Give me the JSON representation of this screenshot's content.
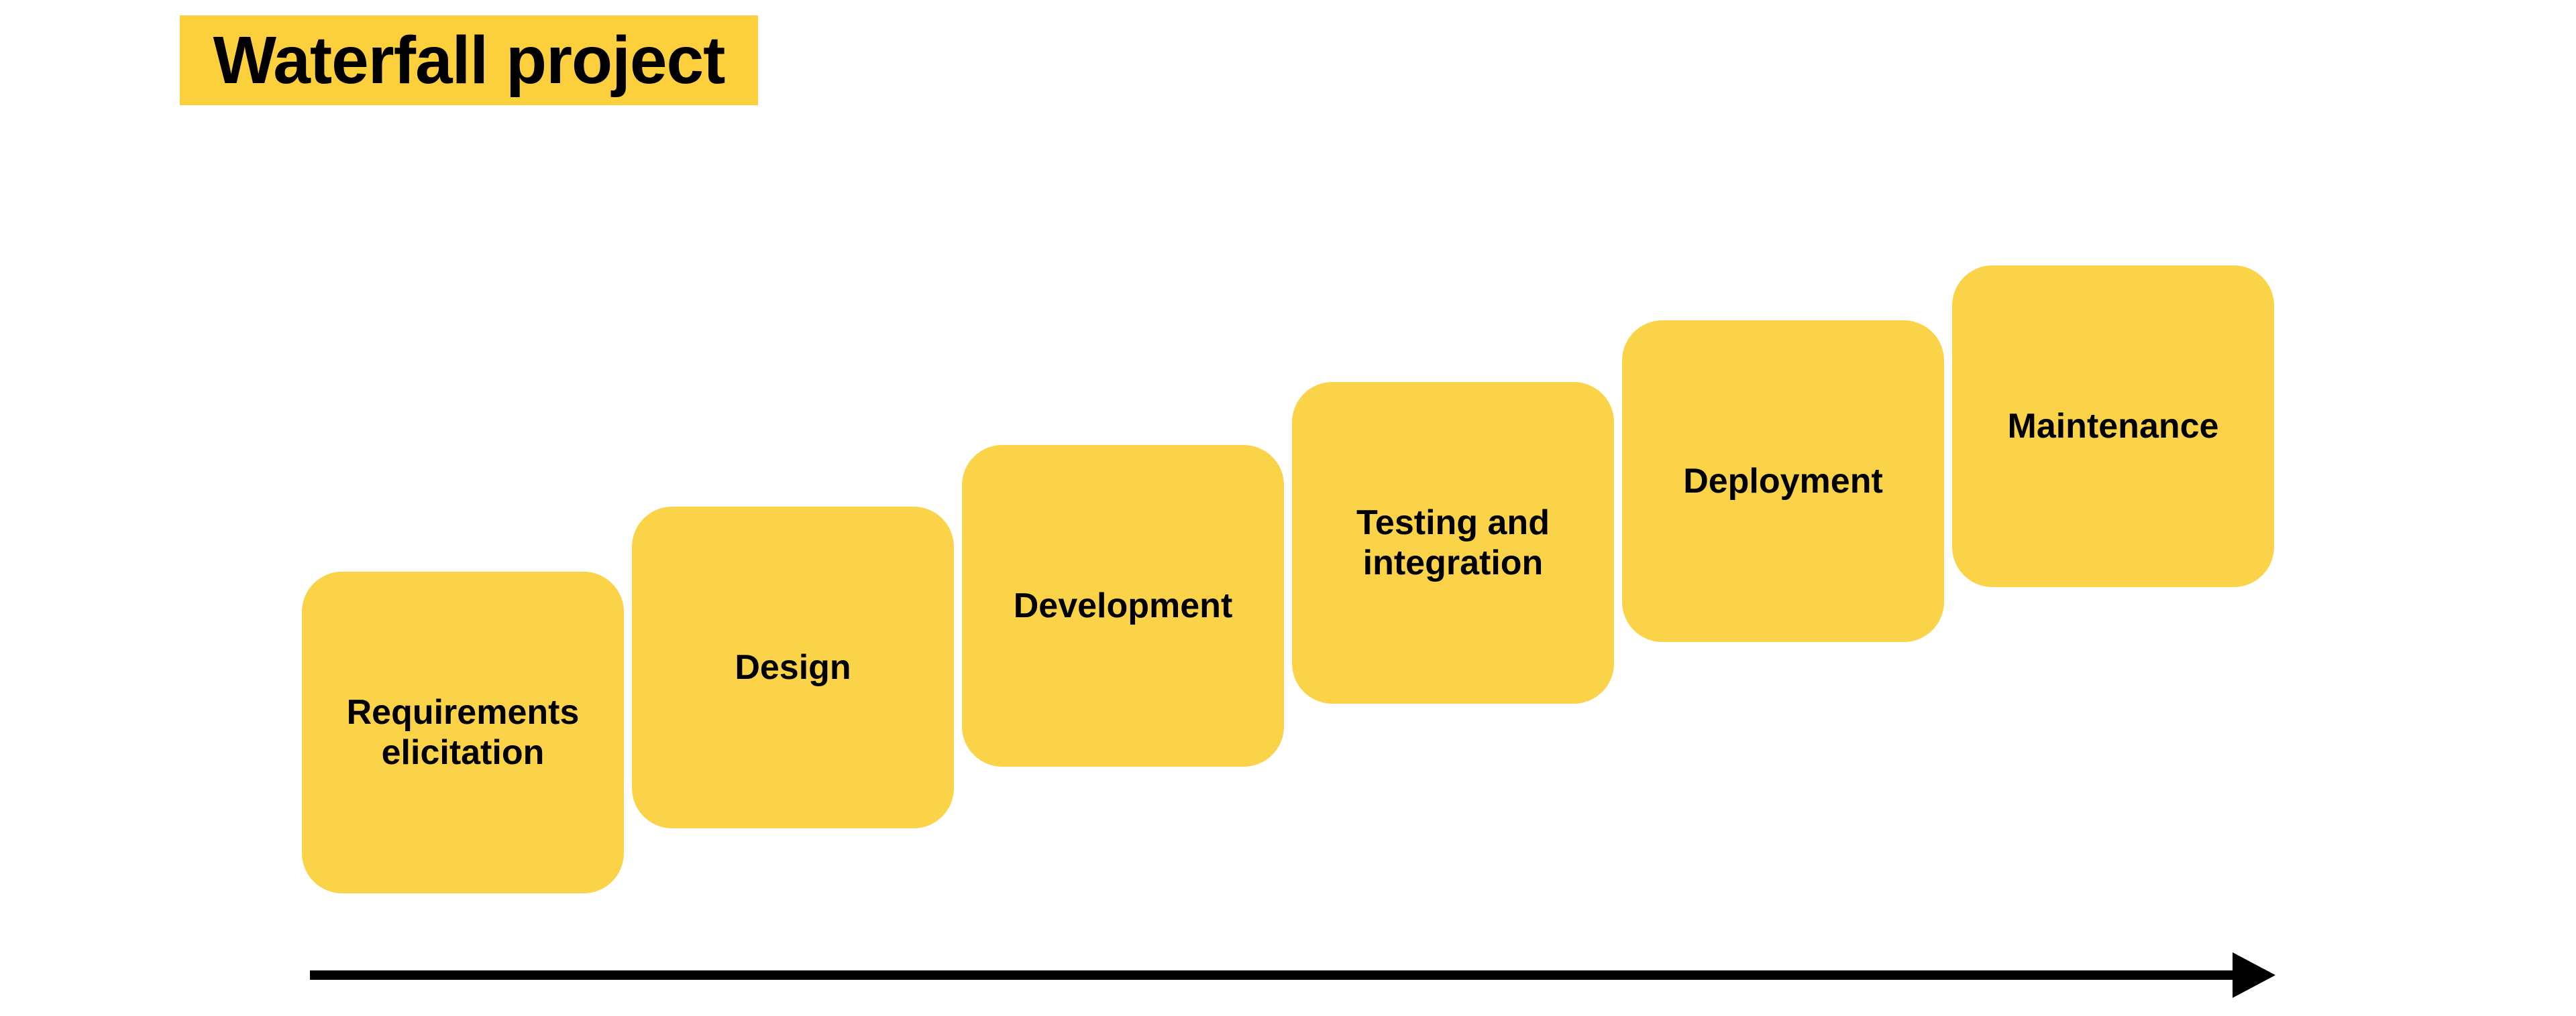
{
  "title": {
    "text": "Waterfall project"
  },
  "steps": [
    {
      "label": "Requirements elicitation"
    },
    {
      "label": "Design"
    },
    {
      "label": "Development"
    },
    {
      "label": "Testing and integration"
    },
    {
      "label": "Deployment"
    },
    {
      "label": "Maintenance"
    }
  ],
  "colors": {
    "background": "#FFFFFF",
    "title_highlight": "#FBD03C",
    "step_fill": "#FBD348",
    "text": "#000000",
    "arrow": "#000000"
  }
}
